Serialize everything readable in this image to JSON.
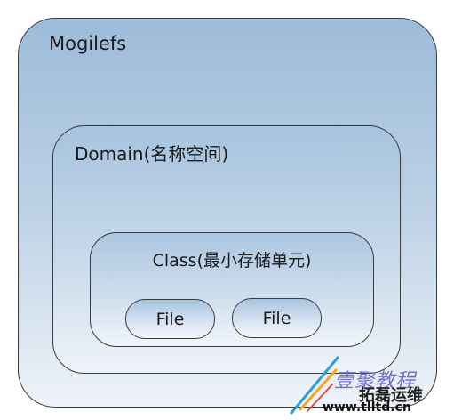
{
  "diagram": {
    "outer": {
      "label": "Mogilefs"
    },
    "middle": {
      "label": "Domain(名称空间)"
    },
    "inner": {
      "label": "Class(最小存储单元)"
    },
    "files": [
      {
        "label": "File"
      },
      {
        "label": "File"
      }
    ]
  },
  "watermark": {
    "brand_line1": "壹聚教程",
    "brand_line2": "拓磊运维",
    "url": "www.tlltd.cn"
  },
  "colors": {
    "box_border": "#3b3b3b",
    "fill_top": "#9dbbd9",
    "fill_bottom": "#eef3f8"
  }
}
